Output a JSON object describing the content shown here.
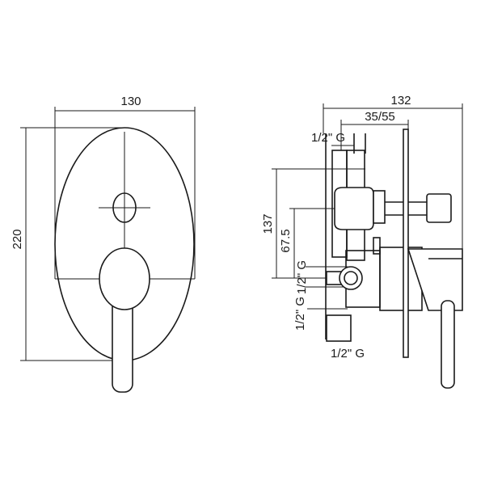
{
  "front_view": {
    "width_label": "130",
    "height_label": "220"
  },
  "side_view": {
    "depth_label": "132",
    "adjust_label": "35/55",
    "top_inlet_label": "1/2\" G",
    "height_label": "137",
    "center_label": "67.5",
    "side_inlet_label": "1/2\" G",
    "lower_inlet_label": "1/2\" G",
    "bottom_outlet_label": "1/2\" G"
  }
}
